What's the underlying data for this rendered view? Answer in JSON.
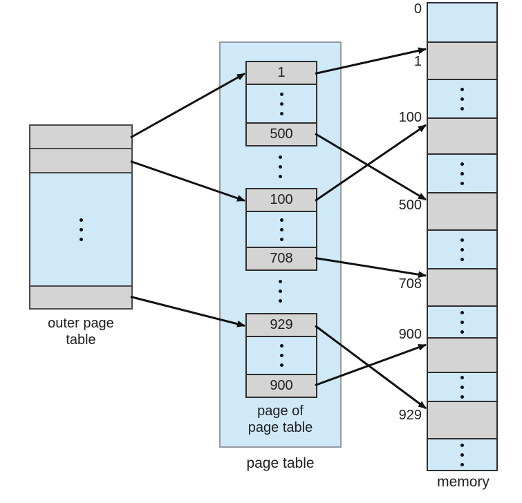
{
  "outer_page_table": {
    "label": "outer page\ntable"
  },
  "page_table": {
    "label": "page table",
    "inner_label": "page of\npage table",
    "cells": [
      "1",
      "500",
      "100",
      "708",
      "929",
      "900"
    ]
  },
  "memory": {
    "label": "memory",
    "frame_labels": [
      "0",
      "1",
      "100",
      "500",
      "708",
      "900",
      "929"
    ]
  },
  "connections": [
    {
      "from": "opt-row-0",
      "to": "pt-cell-1"
    },
    {
      "from": "opt-row-1",
      "to": "pt-cell-100"
    },
    {
      "from": "opt-row-2",
      "to": "pt-cell-929"
    },
    {
      "from": "pt-cell-1",
      "to": "mem-1"
    },
    {
      "from": "pt-cell-500",
      "to": "mem-500"
    },
    {
      "from": "pt-cell-100",
      "to": "mem-100"
    },
    {
      "from": "pt-cell-708",
      "to": "mem-708"
    },
    {
      "from": "pt-cell-929",
      "to": "mem-929"
    },
    {
      "from": "pt-cell-900",
      "to": "mem-900"
    }
  ],
  "colors": {
    "cell_blue": "#cfe9f8",
    "cell_gray": "#d4d4d4",
    "arrow_black": "#111111"
  }
}
